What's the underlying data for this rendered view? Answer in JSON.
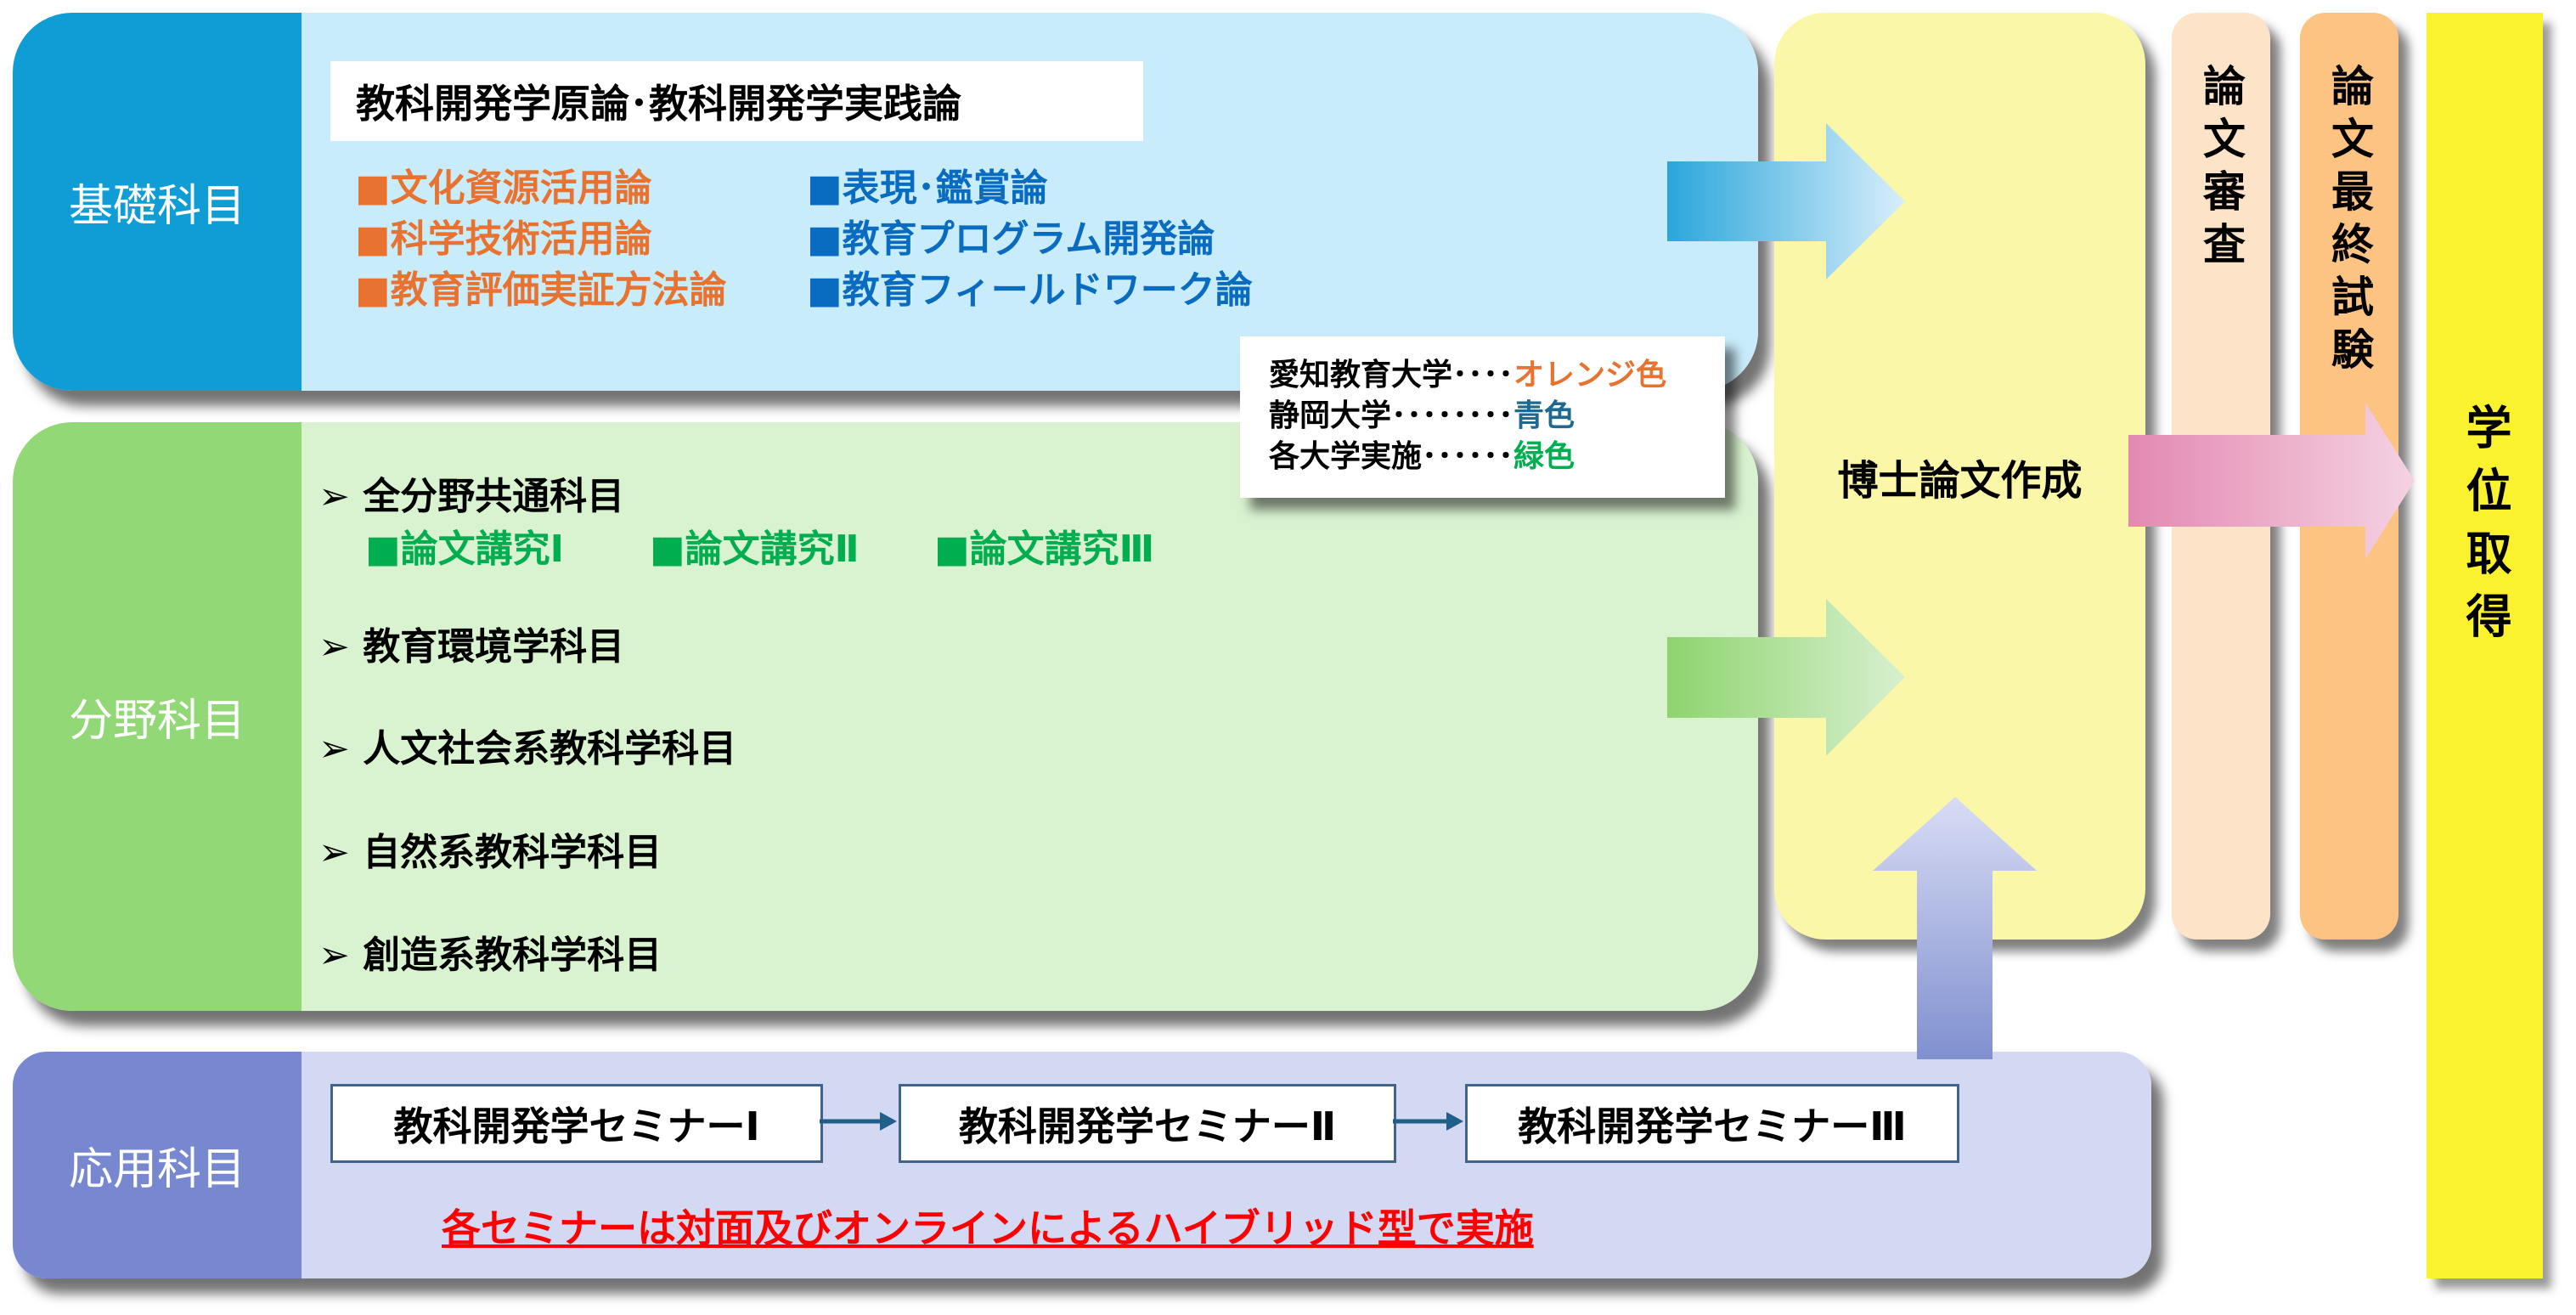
{
  "basic": {
    "label": "基礎科目",
    "title": "教科開発学原論･教科開発学実践論",
    "orange_items": [
      "文化資源活用論",
      "科学技術活用論",
      "教育評価実証方法論"
    ],
    "blue_items": [
      "表現･鑑賞論",
      "教育プログラム開発論",
      "教育フィールドワーク論"
    ]
  },
  "field": {
    "label": "分野科目",
    "common": "全分野共通科目",
    "green_items": [
      "論文講究Ⅰ",
      "論文講究Ⅱ",
      "論文講究Ⅲ"
    ],
    "subjects": [
      "教育環境学科目",
      "人文社会系教科学科目",
      "自然系教科学科目",
      "創造系教科学科目"
    ]
  },
  "applied": {
    "label": "応用科目",
    "seminars": [
      "教科開発学セミナーⅠ",
      "教科開発学セミナーⅡ",
      "教科開発学セミナーⅢ"
    ],
    "note": "各セミナーは対面及びオンラインによるハイブリッド型で実施"
  },
  "legend": [
    {
      "univ": "愛知教育大学････",
      "color_name": "オレンジ色",
      "color": "#e8722f"
    },
    {
      "univ": "静岡大学････････",
      "color_name": "青色",
      "color": "#1d6a8e"
    },
    {
      "univ": "各大学実施･･････",
      "color_name": "緑色",
      "color": "#00ae50"
    }
  ],
  "thesis": "博士論文作成",
  "review": "論文審査",
  "final_exam": "論文最終試験",
  "degree": "学位取得",
  "colors": {
    "basic_dark": "#109dd5",
    "basic_light": "#c9ecfb",
    "field_dark": "#92d877",
    "field_light": "#d9f2d0",
    "applied_dark": "#7788d0",
    "applied_light": "#d3d9f2",
    "thesis": "#fbf7a8",
    "review": "#fde3c8",
    "exam": "#fdc383",
    "degree": "#fbf22f"
  }
}
